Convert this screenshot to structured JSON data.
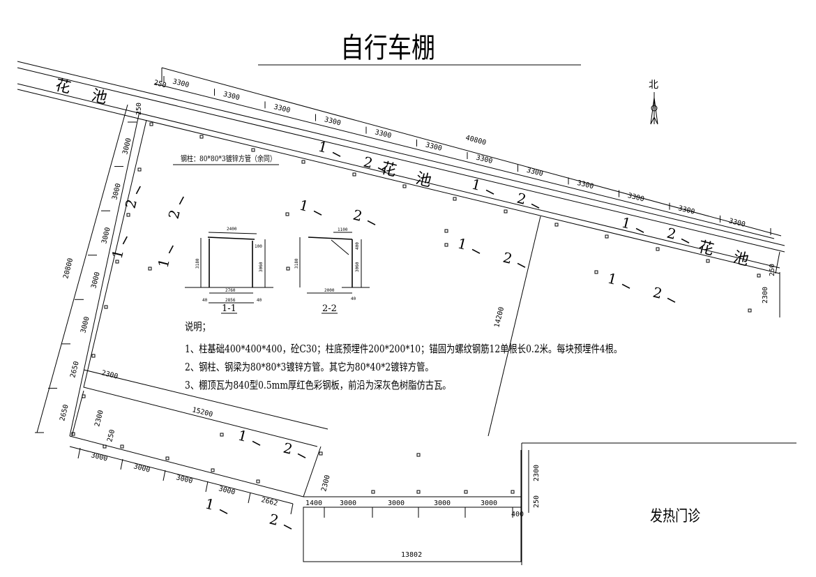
{
  "title": "自行车棚",
  "north_label": "北",
  "flower_bed_label": [
    "花",
    "池"
  ],
  "steel_column_note": "钢柱：80*80*3镀锌方管（余同）",
  "building_label": "发热门诊",
  "notes": {
    "heading": "说明；",
    "items": [
      "1、柱基础400*400*400，砼C30；柱底预埋件200*200*10；锚固为螺纹钢筋12单根长0.2米。每块预埋件4根。",
      "2、钢柱、钢梁为80*80*3镀锌方管。其它为80*40*2镀锌方管。",
      "3、棚顶瓦为840型0.5mm厚红色彩钢板，前沿为深灰色树脂仿古瓦。"
    ]
  },
  "sections": {
    "s1": {
      "label": "1-1",
      "width_top": "2400",
      "h_left": "3180",
      "h_right": "3060",
      "d100": "100",
      "inner": "2760",
      "outer": "2856",
      "edge": "40"
    },
    "s2": {
      "label": "2-2",
      "width_top": "1100",
      "h_left": "3180",
      "h_right": "3060",
      "d400": "400",
      "inner": "2000",
      "edge": "40"
    }
  },
  "dims": {
    "top_total": "40800",
    "top_start": "250",
    "top_segments": [
      "3300",
      "3300",
      "3300",
      "3300",
      "3300",
      "3300",
      "3300",
      "3300",
      "3300",
      "3300",
      "3300",
      "3300"
    ],
    "top_end": "250",
    "left_total": "20800",
    "left_start": "250",
    "left_segments": [
      "3000",
      "3000",
      "3000",
      "3000",
      "3000",
      "2650",
      "2650"
    ],
    "right_slant": "14200",
    "right_side": "2300",
    "mid_width": "2300",
    "mid_len": "15200",
    "mid_side": "2300",
    "mid_250": "250",
    "bottom_left_segments": [
      "3000",
      "3000",
      "3000",
      "3000",
      "2662"
    ],
    "bottom_mid_side": "2300",
    "bottom_right_start": "1400",
    "bottom_right_segments": [
      "3000",
      "3000",
      "3000",
      "3000"
    ],
    "bottom_right_end": "400",
    "bottom_right_total": "13802",
    "right_block_side": "2300",
    "right_block_250": "250"
  },
  "section_marks": [
    "1",
    "2"
  ]
}
